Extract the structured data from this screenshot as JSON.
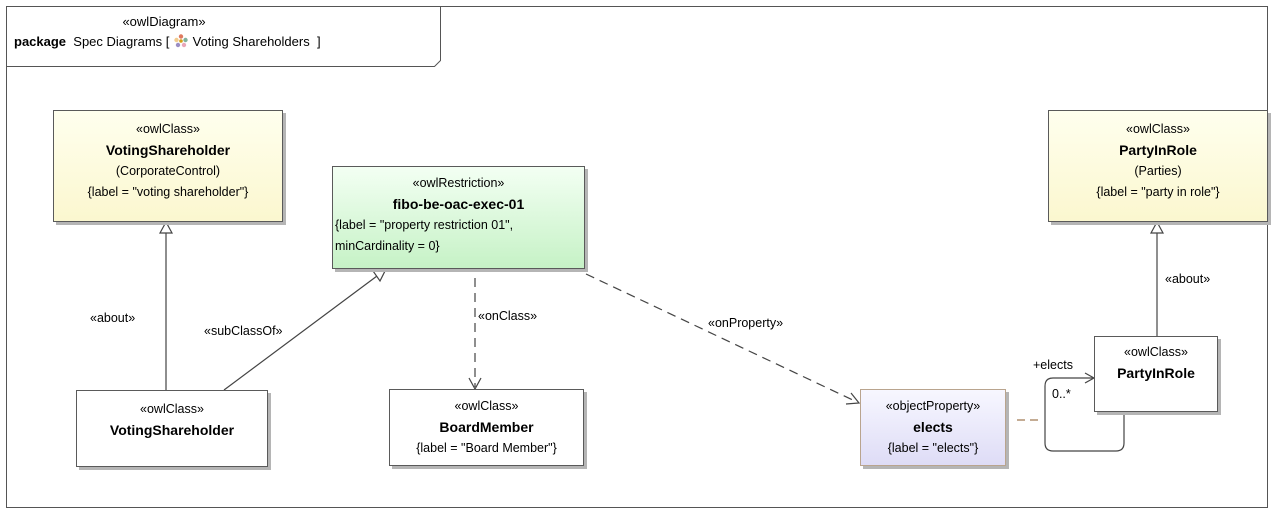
{
  "frame": {
    "stereotype": "«owlDiagram»",
    "kind_keyword": "package",
    "title_prefix": "Spec Diagrams [",
    "title_name": "Voting Shareholders",
    "title_suffix": "]"
  },
  "nodes": {
    "voting_shareholder_top": {
      "stereotype": "«owlClass»",
      "name": "VotingShareholder",
      "package": "(CorporateControl)",
      "tagged": "{label = \"voting shareholder\"}"
    },
    "restriction": {
      "stereotype": "«owlRestriction»",
      "name": "fibo-be-oac-exec-01",
      "tagged_line1": "{label = \"property restriction 01\",",
      "tagged_line2": "minCardinality = 0}"
    },
    "party_in_role_top": {
      "stereotype": "«owlClass»",
      "name": "PartyInRole",
      "package": "(Parties)",
      "tagged": "{label = \"party in role\"}"
    },
    "voting_shareholder_bottom": {
      "stereotype": "«owlClass»",
      "name": "VotingShareholder"
    },
    "board_member": {
      "stereotype": "«owlClass»",
      "name": "BoardMember",
      "tagged": "{label = \"Board Member\"}"
    },
    "elects": {
      "stereotype": "«objectProperty»",
      "name": "elects",
      "tagged": "{label = \"elects\"}"
    },
    "party_in_role_bottom": {
      "stereotype": "«owlClass»",
      "name": "PartyInRole"
    }
  },
  "edges": {
    "about_left": "«about»",
    "subclass_of": "«subClassOf»",
    "on_class": "«onClass»",
    "on_property": "«onProperty»",
    "about_right": "«about»",
    "role_name": "+elects",
    "multiplicity": "0..*"
  },
  "colors": {
    "class_fill": "#fbf7cf",
    "restriction_fill": "#c6f2c6",
    "property_fill": "#dedcf6",
    "line": "#444444"
  }
}
